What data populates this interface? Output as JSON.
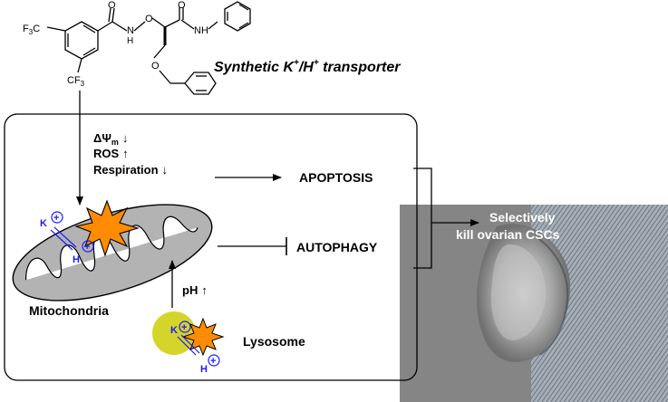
{
  "molecule": {
    "cf3_top_prefix": "F",
    "cf3_top_sub": "3",
    "cf3_top_suffix": "C",
    "cf3_bottom_prefix": "CF",
    "cf3_bottom_sub": "3",
    "carbonyl_o_1": "O",
    "nh_n": "N",
    "nh_h": "H",
    "ether_o": "O",
    "carbonyl_o_2": "O",
    "amide_n": "N",
    "amide_h": "H",
    "benzyl_o": "O"
  },
  "title": {
    "part1": "Synthetic K",
    "sup1": "+",
    "part2": "/H",
    "sup2": "+",
    "part3": " transporter"
  },
  "effects": {
    "delta_psi": "ΔΨ",
    "delta_psi_sub": "m",
    "delta_psi_arrow": "↓",
    "ros": "ROS",
    "ros_arrow": "↑",
    "respiration": "Respiration",
    "respiration_arrow": "↓"
  },
  "outcomes": {
    "apoptosis": "APOPTOSIS",
    "autophagy": "AUTOPHAGY"
  },
  "labels": {
    "mitochondria": "Mitochondria",
    "lysosome": "Lysosome",
    "ph": "pH",
    "ph_arrow": "↑",
    "k": "K",
    "h": "H",
    "plus": "+"
  },
  "result": {
    "line1": "Selectively",
    "line2": "kill ovarian CSCs"
  },
  "colors": {
    "ion_blue": "#1a1aff",
    "star_orange": "#ff8c00",
    "star_outline": "#000000",
    "mito_gray": "#b3b3b3",
    "lysosome_yellow": "#d4d42a",
    "photo_gray": "#8a8a8a"
  }
}
